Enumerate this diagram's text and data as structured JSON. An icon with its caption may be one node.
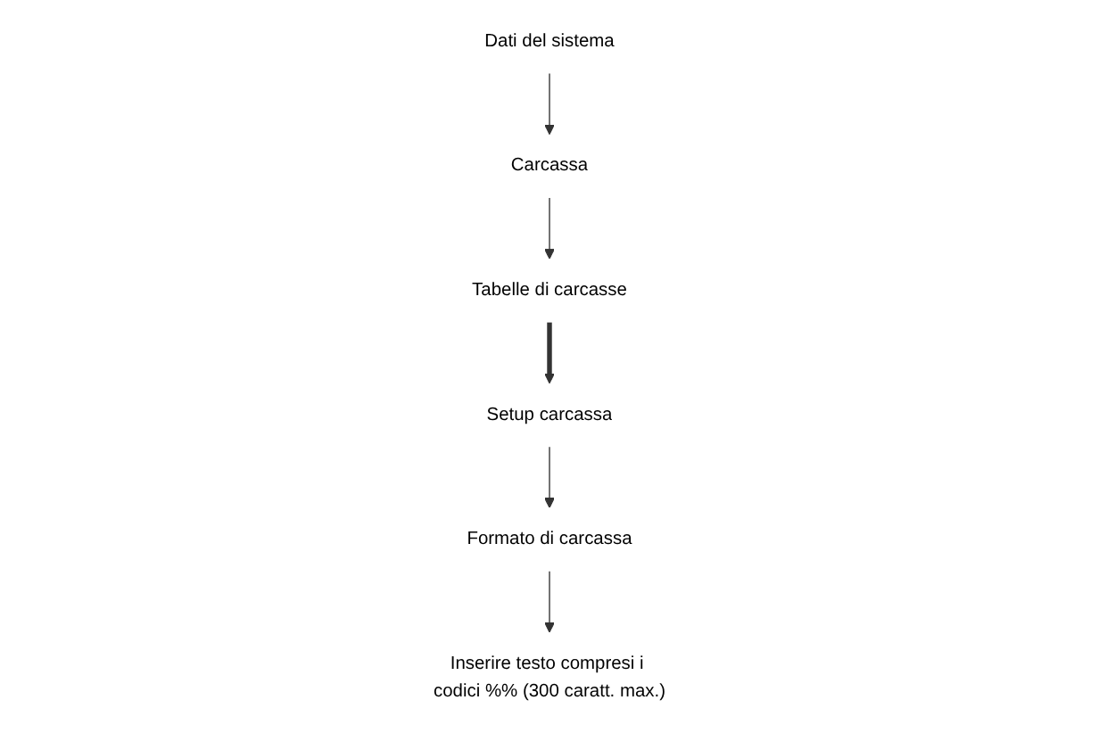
{
  "diagram": {
    "nodes": [
      {
        "text": [
          "Dati del sistema"
        ]
      },
      {
        "text": [
          "Carcassa"
        ]
      },
      {
        "text": [
          "Tabelle di carcasse"
        ]
      },
      {
        "text": [
          "Setup carcassa"
        ]
      },
      {
        "text": [
          "Formato di carcassa"
        ]
      },
      {
        "text": [
          "Inserire testo compresi i codici %% (300 caratt. max.)"
        ]
      }
    ],
    "edges": [
      {
        "from": 0,
        "to": 1,
        "arrow": "to"
      },
      {
        "from": 1,
        "to": 2,
        "arrow": "to"
      },
      {
        "from": 2,
        "to": 3,
        "arrow": "to",
        "style": "thick"
      },
      {
        "from": 3,
        "to": 4,
        "arrow": "to"
      },
      {
        "from": 4,
        "to": 5,
        "arrow": "to"
      }
    ]
  }
}
